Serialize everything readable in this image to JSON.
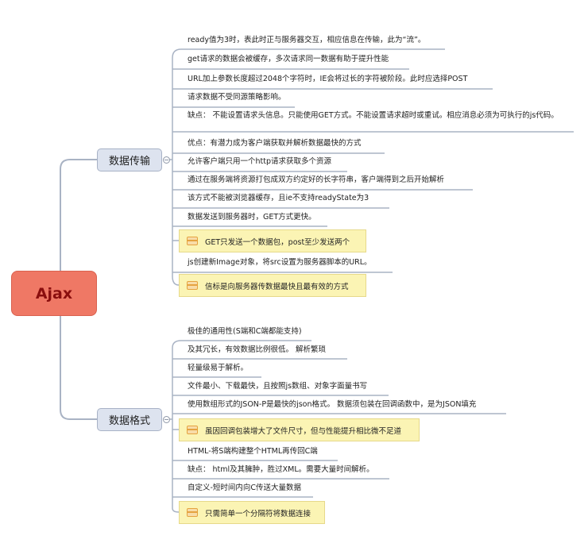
{
  "root": {
    "label": "Ajax"
  },
  "branches": [
    {
      "label": "数据传输",
      "leaves": [
        "ready值为3时，表此时正与服务器交互，相应信息在传输，此为“流”。",
        "get请求的数据会被缓存，多次请求同一数据有助于提升性能",
        "URL加上参数长度超过2048个字符时，IE会将过长的字符被阶段。此时应选择POST",
        "请求数据不受同源策略影响。",
        "缺点： 不能设置请求头信息。只能使用GET方式。不能设置请求超时或重试。相应消息必须为可执行的js代码。",
        "优点：有潜力成为客户端获取并解析数据最快的方式",
        "允许客户端只用一个http请求获取多个资源",
        "通过在服务端将资源打包成双方约定好的长字符串，客户端得到之后开始解析",
        "该方式不能被浏览器缓存，且ie不支持readyState为3",
        "数据发送到服务器时，GET方式更快。",
        "GET只发送一个数据包，post至少发送两个",
        "js创建新Image对象，将src设置为服务器脚本的URL。",
        "信标是向服务器传数据最快且最有效的方式"
      ]
    },
    {
      "label": "数据格式",
      "leaves": [
        "极佳的通用性(S端和C端都能支持)",
        "及其冗长，有效数据比例很低。 解析繁琐",
        "轻量级易于解析。",
        "文件最小、下载最快，且按照js数组、对象字面量书写",
        "使用数组形式的JSON-P是最快的json格式。 数据须包装在回调函数中，是为JSON填充",
        "虽因回调包装增大了文件尺寸，但与性能提升相比微不足道",
        "HTML-将S端构建整个HTML再传回C端",
        "缺点： html及其臃肿，胜过XML。需要大量时间解析。",
        "自定义-短时间内向C传送大量数据",
        "只需简单一个分隔符将数据连接"
      ]
    }
  ],
  "colors": {
    "root_fill": "#ef7865",
    "branch_fill": "#dde3ef",
    "note_fill": "#fbf4b4",
    "line": "#a9b3c4"
  }
}
